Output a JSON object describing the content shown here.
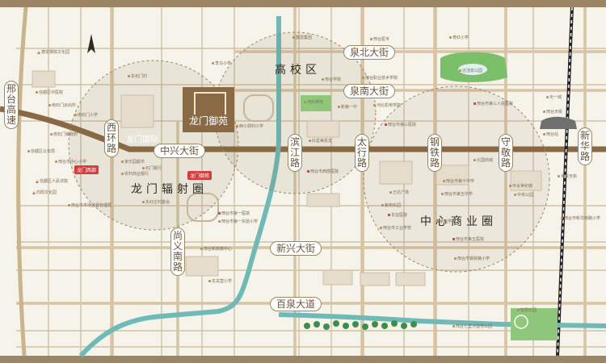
{
  "roads": {
    "xingtai_expressway": "邢台高速",
    "zhongxing_street": "中兴大街",
    "quanbei_street": "泉北大街",
    "quannan_street": "泉南大街",
    "xinxing_street": "新兴大街",
    "baiquan_avenue": "百泉大道",
    "xihuan_road": "西环路",
    "binjiang_road": "滨江路",
    "taihang_road": "太行路",
    "gangtie_road": "钢铁路",
    "shoujing_road": "守敬路",
    "xinhua_road": "新华路",
    "shangyi_south_road": "尚义南路"
  },
  "zones": {
    "college": "高校区",
    "longmen": "龙门辐射圈",
    "commercial": "中心商业圈"
  },
  "project": {
    "name": "龙门御苑",
    "badge": "龙门御苑"
  },
  "nearby": {
    "longmen_intl": "龙门国际",
    "longmen_xibu": "龙门西部"
  },
  "landmarks": {
    "xingtai_station": "邢台站",
    "qingshan_park": "达活泉公园",
    "wanda": "万达广场",
    "central_park": "中央公园",
    "hebei_normal": "河北师范"
  },
  "pois": [
    "德龙钢铁文化园",
    "信都区中医院",
    "南石门派出所",
    "南石门小学",
    "南石门镇政府",
    "信都区公安局",
    "邢台市中心小学",
    "信都区人民法院",
    "向阳文化园",
    "邢台市市场监督管理局",
    "农村商业银行",
    "东石门村",
    "石门银行",
    "家乐园超市",
    "东红庄村委会",
    "李马小学",
    "西小郭村小学",
    "邢台市第一医院",
    "邢台市第一实验小学",
    "东关营小学",
    "邢台新数教中心",
    "富恩集团",
    "邢台医专",
    "邢台职业技术学院",
    "邢台学院",
    "红星美凯龙",
    "邢台市西部医院",
    "新第一中",
    "河北机电学院",
    "邢台市第三医院",
    "邢台市第十中学",
    "邢台市第五中学",
    "邢台市工业学校",
    "邢台市第五医院",
    "长征医院",
    "紫荆东园",
    "家商学校",
    "邢台市钢铁路小学",
    "邢台市新华南路小学",
    "邢台市第三人民医院",
    "天一城",
    "邢台天街",
    "育红小学",
    "北国商城",
    "中太世纪城",
    "世贸天街",
    "邢台七里河湿地公园",
    "智慧乐园"
  ]
}
